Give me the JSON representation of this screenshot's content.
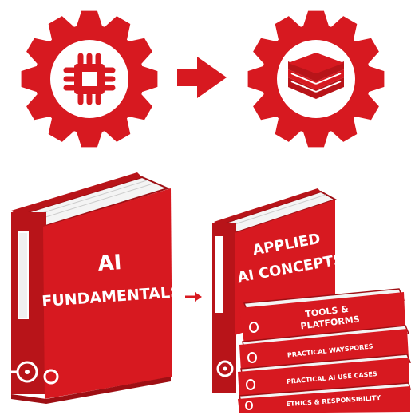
{
  "colors": {
    "primary_red": "#d71920",
    "dark_red": "#9e0f14",
    "page_white": "#f4f4f4",
    "background": "#ffffff"
  },
  "icons": {
    "left_gear": "gear-icon",
    "chip": "cpu-chip-icon",
    "arrow_top": "arrow-right-icon",
    "right_gear": "gear-icon",
    "stack": "layers-stack-icon",
    "arrow_bottom": "arrow-right-icon",
    "binder_ring": "ring-icon"
  },
  "books": {
    "fundamentals": {
      "line1": "AI",
      "line2": "FUNDAMENTALS"
    },
    "applied": {
      "line1": "APPLIED",
      "line2": "AI CONCEPTS"
    },
    "stack": [
      {
        "label": "TOOLS &",
        "label2": "PLATFORMS"
      },
      {
        "label": "PRACTICAL WAYSPORES"
      },
      {
        "label": "PRACTICAL AI USE CASES"
      },
      {
        "label": "ETHICS & RESPONSIBILITY"
      }
    ]
  }
}
